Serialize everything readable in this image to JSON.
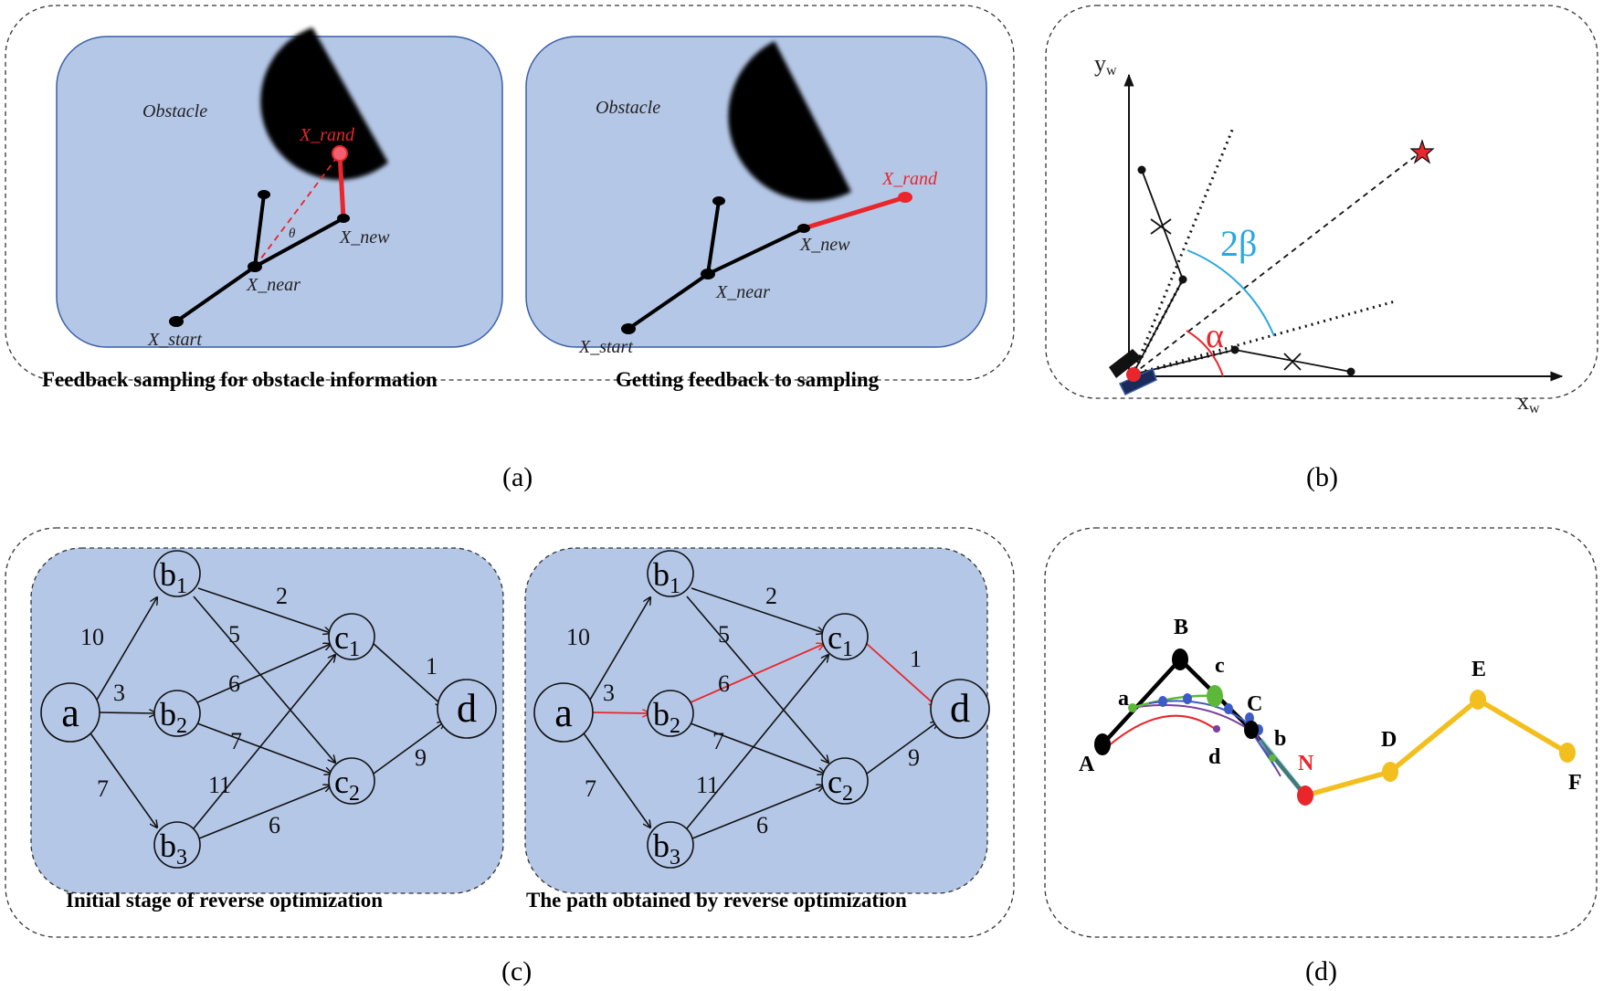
{
  "panel_a": {
    "sub_label": "(a)",
    "left": {
      "caption": "Feedback sampling for obstacle information",
      "obstacle": "Obstacle",
      "x_rand": "X_rand",
      "x_new": "X_new",
      "x_near": "X_near",
      "x_start": "X_start",
      "theta": "θ"
    },
    "right": {
      "caption": "Getting feedback to sampling",
      "obstacle": "Obstacle",
      "x_rand": "X_rand",
      "x_new": "X_new",
      "x_near": "X_near",
      "x_start": "X_start"
    },
    "colors": {
      "panel_fill": "#b4c7e7",
      "panel_stroke": "#3a5fa8",
      "highlight": "#e8262b"
    }
  },
  "panel_b": {
    "sub_label": "(b)",
    "y_axis": "y",
    "y_sub": "w",
    "x_axis": "x",
    "x_sub": "w",
    "angle_2beta": "2β",
    "angle_alpha": "α",
    "colors": {
      "beta": "#29a8e0",
      "alpha": "#e8262b",
      "goal_star": "#e8262b"
    }
  },
  "panel_c": {
    "sub_label": "(c)",
    "left_caption": "Initial stage of reverse optimization",
    "right_caption": "The path obtained by reverse optimization",
    "node_a": "a",
    "node_d": "d",
    "node_b1": "b",
    "node_b1_sub": "1",
    "node_b2": "b",
    "node_b2_sub": "2",
    "node_b3": "b",
    "node_b3_sub": "3",
    "node_c1": "c",
    "node_c1_sub": "1",
    "node_c2": "c",
    "node_c2_sub": "2",
    "weights": {
      "a_b1": "10",
      "a_b2": "3",
      "a_b3": "7",
      "b1_c1": "2",
      "b1_c2": "5",
      "b2_c1": "6",
      "b2_c2": "7",
      "b3_c1": "11",
      "b3_c2": "6",
      "c1_d": "1",
      "c2_d": "9"
    },
    "colors": {
      "path": "#e8262b"
    }
  },
  "panel_d": {
    "sub_label": "(d)",
    "labels": {
      "A": "A",
      "B": "B",
      "C": "C",
      "D": "D",
      "E": "E",
      "F": "F",
      "N": "N",
      "a": "a",
      "b": "b",
      "c": "c",
      "d": "d"
    },
    "colors": {
      "main": "#f2bf1e",
      "node_n": "#e8262b",
      "green": "#5db83a",
      "blue": "#3c5bc4",
      "purple": "#7a3fa0",
      "red": "#e8262b"
    }
  }
}
